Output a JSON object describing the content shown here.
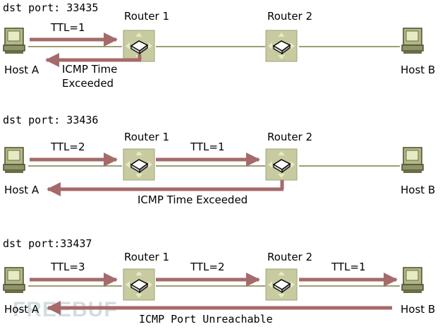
{
  "watermark": "FREEBUF",
  "colors": {
    "arrow": "#a56a6a",
    "link": "#9c9e74",
    "router_bg": "#c8caa0",
    "host": "#b3b786"
  },
  "panels": [
    {
      "dst_port": "dst port: 33435",
      "router1": "Router 1",
      "router2": "Router 2",
      "host_a": "Host A",
      "host_b": "Host B",
      "ttl_labels": [
        "TTL=1"
      ],
      "reply_lines": [
        "ICMP Time",
        "Exceeded"
      ]
    },
    {
      "dst_port": "dst port: 33436",
      "router1": "Router 1",
      "router2": "Router 2",
      "host_a": "Host A",
      "host_b": "Host B",
      "ttl_labels": [
        "TTL=2",
        "TTL=1"
      ],
      "reply_lines": [
        "ICMP Time Exceeded"
      ]
    },
    {
      "dst_port": "dst port:33437",
      "router1": "Router 1",
      "router2": "Router 2",
      "host_a": "Host A",
      "host_b": "Host B",
      "ttl_labels": [
        "TTL=3",
        "TTL=2",
        "TTL=1"
      ],
      "reply_lines": [
        "ICMP Port Unreachable"
      ]
    }
  ]
}
